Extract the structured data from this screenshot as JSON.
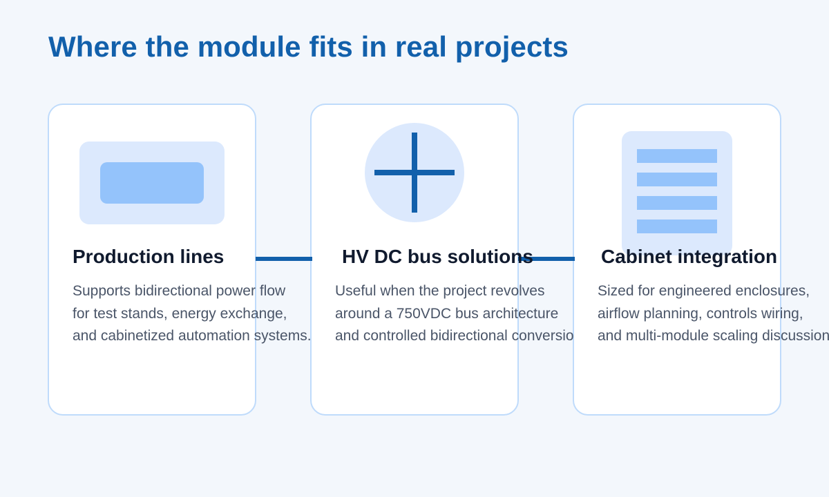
{
  "page": {
    "title": "Where the module fits in real projects"
  },
  "cards": [
    {
      "title": "Production lines",
      "icon": "module-icon",
      "lines": [
        "Supports bidirectional power flow",
        "for test stands, energy exchange,",
        "and cabinetized automation systems."
      ]
    },
    {
      "title": "HV DC bus solutions",
      "icon": "plus-icon",
      "lines": [
        "Useful when the project revolves",
        "around a 750VDC bus architecture",
        "and controlled bidirectional conversion."
      ]
    },
    {
      "title": "Cabinet integration",
      "icon": "cabinet-icon",
      "lines": [
        "Sized for engineered enclosures,",
        "airflow planning, controls wiring,",
        "and multi-module scaling discussions."
      ]
    }
  ],
  "colors": {
    "background": "#f3f7fc",
    "accent": "#1260ab",
    "card_border": "#bfdbfb",
    "icon_bg": "#dce9fd",
    "icon_fill": "#94c3fb",
    "title_text": "#101a2e",
    "body_text": "#4a5568"
  }
}
